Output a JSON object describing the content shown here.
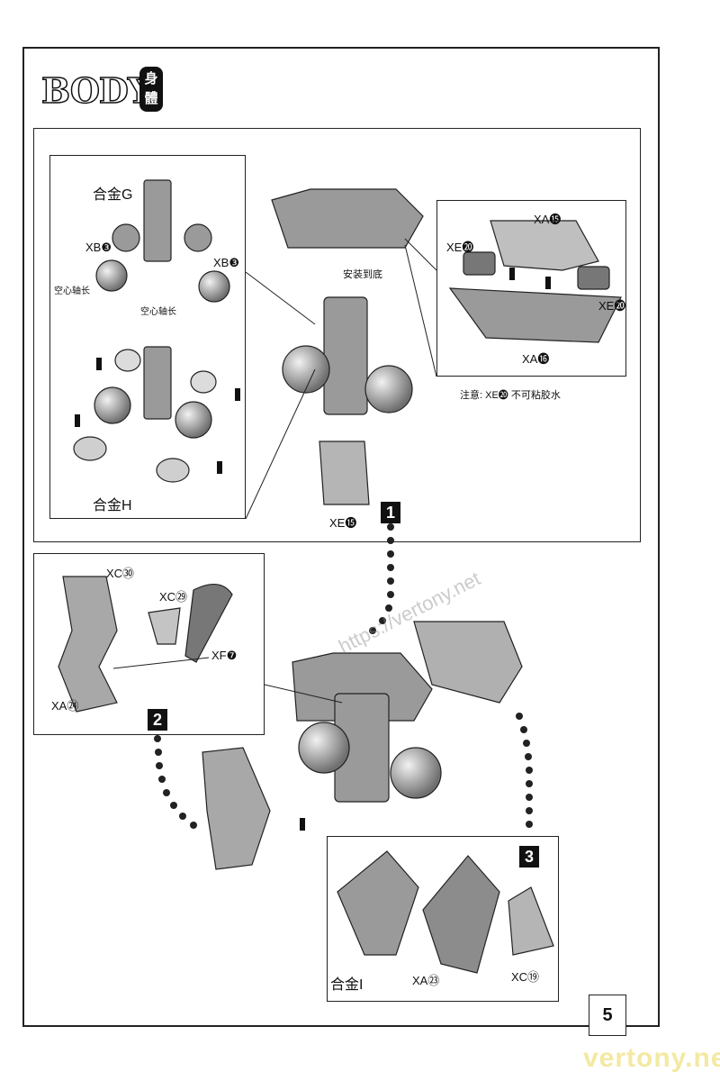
{
  "header": {
    "title": "BODY",
    "seal_text": "身體"
  },
  "step1": {
    "sub_left": {
      "alloy_g": "合金G",
      "xb_left": "XB❸",
      "xb_right": "XB❸",
      "hollow_left": "空心轴长",
      "hollow_right": "空心轴长",
      "alloy_h": "合金H"
    },
    "install": "安装到底",
    "sub_right": {
      "xa_top": "XA⓯",
      "xe_left": "XE⓴",
      "xe_right": "XE⓴",
      "xa_bottom": "XA⓰"
    },
    "note": "注意: XE⓴ 不可粘胶水",
    "xe_bottom": "XE⓯",
    "number": "1"
  },
  "step2": {
    "xc30": "XC㉚",
    "xc29": "XC㉙",
    "xf7": "XF❼",
    "xa24": "XA㉔",
    "number": "2"
  },
  "step3": {
    "alloy_i": "合金I",
    "xa23": "XA㉓",
    "xc19": "XC⑲",
    "number": "3"
  },
  "watermark_url": "https://vertony.net",
  "page_number": "5",
  "watermark_brand": "vertony.net"
}
